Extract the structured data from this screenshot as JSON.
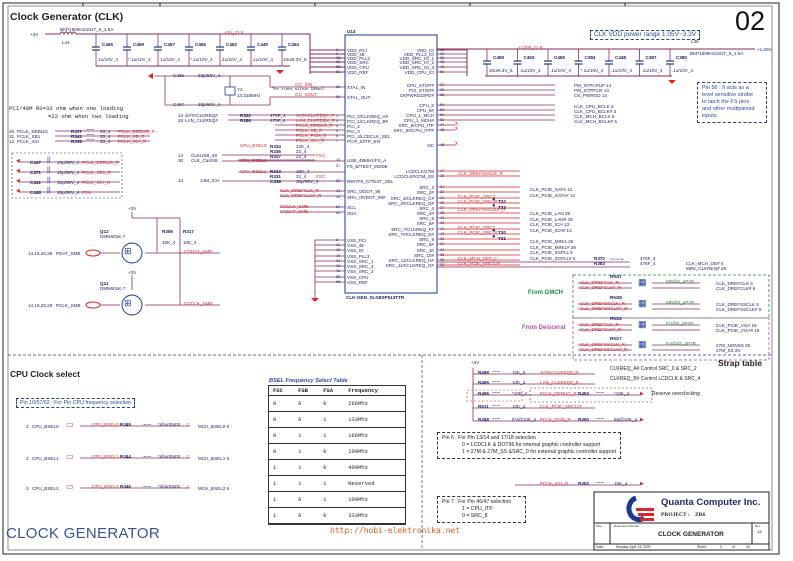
{
  "page": {
    "title": "Clock Generator (CLK)",
    "page_number": "02",
    "footer_title": "CLOCK GENERATOR",
    "watermark": "http://hobi-elektronika.net"
  },
  "notes": {
    "vdd_range": "CLK VDD power range 1.05V~3.3V",
    "pin56": [
      "Pin 56 : It acts as a",
      "level sensitive strobe",
      "to latch the FS pins",
      "and other multiplexed",
      "inputs."
    ],
    "pci_rs": [
      "PCI/48M RS=33 ohm when one loading",
      "=22 ohm when two loading"
    ],
    "cpu_sel_note": "Pin 10/57/62 : For Pin CPU frequency selection",
    "pin6": [
      "Pin 6 : For Pin 13/14 and 17/18 selection",
      "0 = LCDCLK & DOT96 for internal graphic controller support",
      "1 = 27M & 27M_SS &SRC_0 for external graphic controller support"
    ],
    "pin7": [
      "Pin 7 : For Pin 46/47 selection",
      "1 = CPU_ITP",
      "0 = SRC_8"
    ],
    "from_gmch": "From GMCH",
    "from_discrete": "From Deiscerat",
    "strap_title": "Strap table",
    "clkreq_a": "CLKREQ_A# Control SRC_0 & SRC_2",
    "clkreq_b": "CLKREQ_B# Control LCDCLK & SRC_4",
    "reserve_oc": "Reserve overclocking",
    "cpu_clock_select": "CPU Clock select",
    "xtal_note": "The trace within 500mil"
  },
  "power": {
    "p3v": "+3V",
    "p3v_clk": "+3V_CLK",
    "p105v": "+1.05V",
    "p1v05_clk": "+1V05_CLK",
    "l44_part": "BKP1608HS181T_6_1.5A",
    "l44": "L44",
    "l_right": "L36",
    "l_right_part": "BKP1608HS181T_6_1.5A"
  },
  "caps_left": [
    {
      "ref": "C465",
      "val": ".1u/10V_4"
    },
    {
      "ref": "C469",
      "val": "*.1u/10V_4"
    },
    {
      "ref": "C457",
      "val": ".1u/10V_4"
    },
    {
      "ref": "C456",
      "val": "*.1u/10V_4"
    },
    {
      "ref": "C462",
      "val": ".1u/10V_4"
    },
    {
      "ref": "C449",
      "val": ".1u/10V_4"
    },
    {
      "ref": "C454",
      "val": "10u/6.3V_6"
    }
  ],
  "caps_right": [
    {
      "ref": "C459",
      "val": "10u/6.3V_6"
    },
    {
      "ref": "C463",
      "val": ".1u/10V_4"
    },
    {
      "ref": "C455",
      "val": ".1u/10V_4"
    },
    {
      "ref": "C384",
      "val": "*.1u/10V_4"
    },
    {
      "ref": "C448",
      "val": ".1u/10V_4"
    },
    {
      "ref": "C387",
      "val": ".1u/10V_4"
    },
    {
      "ref": "C380",
      "val": ".1u/10V_4"
    }
  ],
  "xtal": {
    "c1": "C466",
    "c1v": "33p/50V_4",
    "c2": "C467",
    "c2v": "33p/50V_4",
    "y": "Y2",
    "freq": "14.318MHz",
    "xin": "CG_XIN",
    "xout": "CG_XOUT"
  },
  "ic": {
    "ref": "U13",
    "part": "CLK-GEN_SLG8SP513TTR",
    "left_pins": [
      {
        "n": "2",
        "name": "VDD_PCI"
      },
      {
        "n": "9",
        "name": "VDD_48"
      },
      {
        "n": "16",
        "name": "VDD_PLL3"
      },
      {
        "n": "39",
        "name": "VDD_SRC"
      },
      {
        "n": "55",
        "name": "VDD_CPU"
      },
      {
        "n": "61",
        "name": "VDD_REF"
      },
      {
        "n": "60",
        "name": "XTAL_IN"
      },
      {
        "n": "59",
        "name": "XTAL_OUT"
      },
      {
        "n": "1",
        "name": "PCI_0/CLKREQ_A#"
      },
      {
        "n": "3",
        "name": "PCI_1/CLKREQ_B#"
      },
      {
        "n": "4",
        "name": "PCI_2"
      },
      {
        "n": "5",
        "name": "PCI_3"
      },
      {
        "n": "6",
        "name": "PCI_4/LCDCLK_SEL"
      },
      {
        "n": "7",
        "name": "PCIF_5/ITP_EN"
      },
      {
        "n": "10",
        "name": "USB_48MHz/FS_A"
      },
      {
        "n": "57",
        "name": "FS_B/TEST_MODE"
      },
      {
        "n": "62",
        "name": "REF/FS_C/TEST_SEL"
      },
      {
        "n": "13",
        "name": "SRC_0/DOT_96"
      },
      {
        "n": "14",
        "name": "SRC_0#/DOT_96#"
      },
      {
        "n": "64",
        "name": "SCL"
      },
      {
        "n": "63",
        "name": "SDA"
      },
      {
        "n": "8",
        "name": "VSS_PCI"
      },
      {
        "n": "11",
        "name": "VSS_48"
      },
      {
        "n": "15",
        "name": "VSS_IO"
      },
      {
        "n": "19",
        "name": "VSS_PLL3"
      },
      {
        "n": "23",
        "name": "VSS_SRC_1"
      },
      {
        "n": "29",
        "name": "VSS_SRC_2"
      },
      {
        "n": "42",
        "name": "VSS_SRC_3"
      },
      {
        "n": "52",
        "name": "VSS_CPU"
      },
      {
        "n": "58",
        "name": "VSS_REF"
      }
    ],
    "right_pins": [
      {
        "n": "12",
        "name": "VDD_IO"
      },
      {
        "n": "20",
        "name": "VDD_PLL3_IO"
      },
      {
        "n": "26",
        "name": "VDD_SRC_IO_1"
      },
      {
        "n": "36",
        "name": "VDD_SRC_IO_2"
      },
      {
        "n": "45",
        "name": "VDD_SRC_IO_3"
      },
      {
        "n": "50",
        "name": "VDD_CPU_IO"
      },
      {
        "n": "37",
        "name": "CPU_STOP#"
      },
      {
        "n": "38",
        "name": "PCI_STOP#"
      },
      {
        "n": "56",
        "name": "CKPWRGD/PD#"
      },
      {
        "n": "54",
        "name": "CPU_0"
      },
      {
        "n": "53",
        "name": "CPU_0#"
      },
      {
        "n": "51",
        "name": "CPU_1_MCH"
      },
      {
        "n": "50",
        "name": "CPU_1_MCH#"
      },
      {
        "n": "47",
        "name": "SRC_8/CPU_ITP"
      },
      {
        "n": "46",
        "name": "SRC_8#/CPU_ITP#"
      },
      {
        "n": "48",
        "name": "NC"
      },
      {
        "n": "17",
        "name": "LCDCLK/27M"
      },
      {
        "n": "18",
        "name": "LCDCLK#/27M_SS"
      },
      {
        "n": "21",
        "name": "SRC_2"
      },
      {
        "n": "22",
        "name": "SRC_2#"
      },
      {
        "n": "24",
        "name": "SRC_3/CLKREQ_C#"
      },
      {
        "n": "25",
        "name": "SRC_3#/CLKREQ_D#"
      },
      {
        "n": "27",
        "name": "SRC_4"
      },
      {
        "n": "28",
        "name": "SRC_4#"
      },
      {
        "n": "41",
        "name": "SRC_6"
      },
      {
        "n": "40",
        "name": "SRC_6#"
      },
      {
        "n": "44",
        "name": "SRC_7/CLKREQ_F#"
      },
      {
        "n": "43",
        "name": "SRC_7#/CLKREQ_E#"
      },
      {
        "n": "30",
        "name": "SRC_9"
      },
      {
        "n": "31",
        "name": "SRC_9#"
      },
      {
        "n": "34",
        "name": "SRC_10"
      },
      {
        "n": "35",
        "name": "SRC_10#"
      },
      {
        "n": "33",
        "name": "SRC_11/CLKREQ_H#"
      },
      {
        "n": "32",
        "name": "SRC_11#/CLKREQ_G#"
      }
    ]
  },
  "right_outputs": {
    "ctrl": [
      "PM_STPCPU# 14",
      "PM_STPPCI# 14",
      "CK_PWRGD 14"
    ],
    "cpu": [
      "CLK_CPU_BCLK 3",
      "CLK_CPU_BCLK# 3",
      "CLK_MCH_BCLK 5",
      "CLK_MCH_BCLK# 5"
    ],
    "src": [
      "CLK_PCIE_SATA 12",
      "CLK_PCIE_SATA# 12",
      "CLK_PCIE_LAN 28",
      "CLK_PCIE_LAN# 28",
      "CLK_PCIE_ICH 13",
      "CLK_PCIE_ICH# 13",
      "CLK_PCIE_MINI1 26",
      "CLK_PCIE_MINI1# 26",
      "CLK_PCIE_3GPLL 6",
      "CLK_PCIE_3GPLL# 6"
    ],
    "tp": [
      "T32",
      "T33",
      "T30",
      "T31"
    ],
    "src_nets": [
      "CLK_PCIE_SRC3",
      "CLK_PCIE_SRC3#",
      "CLK_PCIE_SRC7",
      "CLK_PCIE_SRC7#",
      "CLK_MCH_OE#_C",
      "CLK_PCIE_SRC11#"
    ],
    "lcd_nets": [
      "CLK_DREFSSCLK_R",
      "CLK_DREFSSCLK#_R"
    ],
    "oe": {
      "r1": "R370",
      "r2": "R383",
      "v": "475F_4",
      "o1": "CLK_MCH_OE# 6",
      "o2": "MINI_CLKREQ# 26"
    }
  },
  "drefs": [
    {
      "rn": "RN37",
      "in1": "CLK_DREFCLK_R",
      "in2": "CLK_DREFCLK#_R",
      "opt": "MB@0_4P2R",
      "o1": "CLK_DREFCLK 6",
      "o2": "CLK_DREFCLK# 6"
    },
    {
      "rn": "RN38",
      "in1": "CLK_DREFSSCLK_R",
      "in2": "CLK_DREFSSCLK#_R",
      "opt": "MB@0_4P2R",
      "o1": "CLK_DREFSSCLK 6",
      "o2": "CLK_DREFSSCLK# 6"
    },
    {
      "rn": "RN16",
      "in1": "CLK_DREFCLK_R",
      "in2": "CLK_DREFCLK#_R",
      "opt": "EV@0_4P2R",
      "o1": "CLK_PCIE_VGA 18",
      "o2": "CLK_PCIE_VGA# 18"
    },
    {
      "rn": "RN17",
      "in1": "CLK_DREFSSCLK_R",
      "in2": "CLK_DREFSSCLK#_R",
      "opt": "EV@33_4P2R",
      "o1": "27M_NONSS 20",
      "o2": "27M_SS 20"
    }
  ],
  "left_signals": {
    "clkreq": [
      {
        "pg": "14",
        "net": "SATACLKREQ#",
        "r": "R322",
        "v": "475F_4",
        "o": "SATACLKREQ#_R"
      },
      {
        "pg": "28",
        "net": "LAN_CLKREQ#",
        "r": "R186",
        "v": "475F_4",
        "o": "LAN_CLKREQ#_R"
      }
    ],
    "pci": [
      {
        "pg": "26",
        "net": "PCLK_DEBUG",
        "r": "R337",
        "v": "33_4",
        "o": "PCLK_DEBUG_R"
      },
      {
        "pg": "31",
        "net": "PCLK_SB1",
        "r": "R342",
        "v": "33_4",
        "o": "PCLK_SB_R"
      },
      {
        "pg": "13",
        "net": "PCLK_ICH",
        "r": "R338",
        "v": "33_4",
        "o": "PCLK_ICH_R"
      }
    ],
    "pci_extra": [
      "PCLK_PCM_R"
    ],
    "caps": [
      {
        "ref": "C447",
        "v": "10p/50V_4",
        "net": "PCLK_DEBUG_R"
      },
      {
        "ref": "C371",
        "v": "10p/50V_4",
        "net": "PCLK_SB1_R"
      },
      {
        "ref": "C441",
        "v": "10p/50V_4",
        "net": "PCLK_ICH_R"
      },
      {
        "ref": "C448",
        "v": "10p/50V_4",
        "net": "FSA"
      }
    ],
    "usb": [
      {
        "pg": "14",
        "net": "CLKUSB_48"
      },
      {
        "pg": "30",
        "net": "CLK_Card48"
      }
    ],
    "usb_r": [
      "R334",
      "R336",
      "R337"
    ],
    "usb_v": [
      "22K_4",
      "22_4",
      "22_4"
    ],
    "fsa": "FSA",
    "fsc": "FSC",
    "cpu_bsel": [
      "CPU_BSEL0",
      "CPU_BSEL1",
      "CPU_BSEL2"
    ],
    "ref": {
      "pg": "14",
      "net": "14M_ICH",
      "r": [
        "R343",
        "R331",
        "C438"
      ],
      "v": [
        "10K_4",
        "22_4",
        "33p/50V_4"
      ]
    },
    "dref_left": [
      "CLK_DREFCLK_R",
      "CLK_DREFCLK#_R"
    ],
    "smb": [
      "CGCLK_SMB",
      "CGDAT_SMB"
    ]
  },
  "smbus": {
    "q1": "Q12",
    "q1p": "DMN601K-7",
    "q2": "Q11",
    "q2p": "DMN601K-7",
    "pdat": "PDAT_SMB",
    "pclk": "PCLK_SMB",
    "pg": "14,16,26,28",
    "r1": "R356",
    "r1v": "10K_4",
    "r2": "R317",
    "r2v": "10K_4",
    "o1": "CGDAT_SMB",
    "o2": "CGCLK_SMB"
  },
  "cpu_select": [
    {
      "pg": "3",
      "net": "CPU_BSEL0",
      "r": "R345",
      "v": "*short0402",
      "o": "MCH_BSEL0 6"
    },
    {
      "pg": "3",
      "net": "CPU_BSEL1",
      "r": "R344",
      "v": "*short0402",
      "o": "MCH_BSEL1 6"
    },
    {
      "pg": "3",
      "net": "CPU_BSEL2",
      "r": "R346",
      "v": "*short0402",
      "o": "MCH_BSEL2 6"
    }
  ],
  "bsel_table": {
    "title": "BSEL Frequency Select Table",
    "headers": [
      "FSC",
      "FSB",
      "FSA",
      "Frequency"
    ],
    "rows": [
      [
        "0",
        "0",
        "0",
        "266Mhz"
      ],
      [
        "0",
        "0",
        "1",
        "133Mhz"
      ],
      [
        "0",
        "1",
        "1",
        "166Mhz"
      ],
      [
        "0",
        "1",
        "0",
        "200Mhz"
      ],
      [
        "1",
        "1",
        "0",
        "400Mhz"
      ],
      [
        "1",
        "1",
        "1",
        "Reserved"
      ],
      [
        "1",
        "0",
        "1",
        "100Mhz"
      ],
      [
        "1",
        "0",
        "0",
        "333Mhz"
      ]
    ]
  },
  "strap": [
    {
      "r": "R458",
      "v": "10K_4",
      "net": "SATACLKREQ#_R"
    },
    {
      "r": "R455",
      "v": "10K_4",
      "net": "LAN_CLKREQ#_R"
    },
    {
      "r": "R456",
      "v": "*10K_4",
      "net": "PCLK_DEBUG_R",
      "r2": "R453",
      "v2": "*10K_4"
    },
    {
      "r": "R511",
      "v": "10K_4",
      "net": "CLK_PCIE_SRC11#"
    },
    {
      "r": "R348",
      "v": "EV@10K_4",
      "net": "PCLK_PCM_R",
      "r2": "R350",
      "v2": "IM@10K_4"
    }
  ],
  "strap_bottom": {
    "net": "PCLK_ICH_R",
    "r": "R353",
    "v": "10K_4"
  },
  "title_block": {
    "company": "Quanta Computer Inc.",
    "project_label": "PROJECT :",
    "project": "ZR6",
    "size_label": "Size",
    "doc_label": "Document Number",
    "doc": "CLOCK GENERATOR",
    "rev_label": "Rev",
    "rev": "1A",
    "date_label": "Date:",
    "date": "Monday, April 13, 2009",
    "sheet_label": "Sheet",
    "sheet": "2",
    "of": "of",
    "total": "44"
  },
  "colors": {
    "wire": "#8a2a5a",
    "net": "#d8282c",
    "text": "#1a1a6a",
    "note": "#2b4aa0",
    "gmch": "#1f8a3a",
    "discrete": "#b04aa8"
  }
}
